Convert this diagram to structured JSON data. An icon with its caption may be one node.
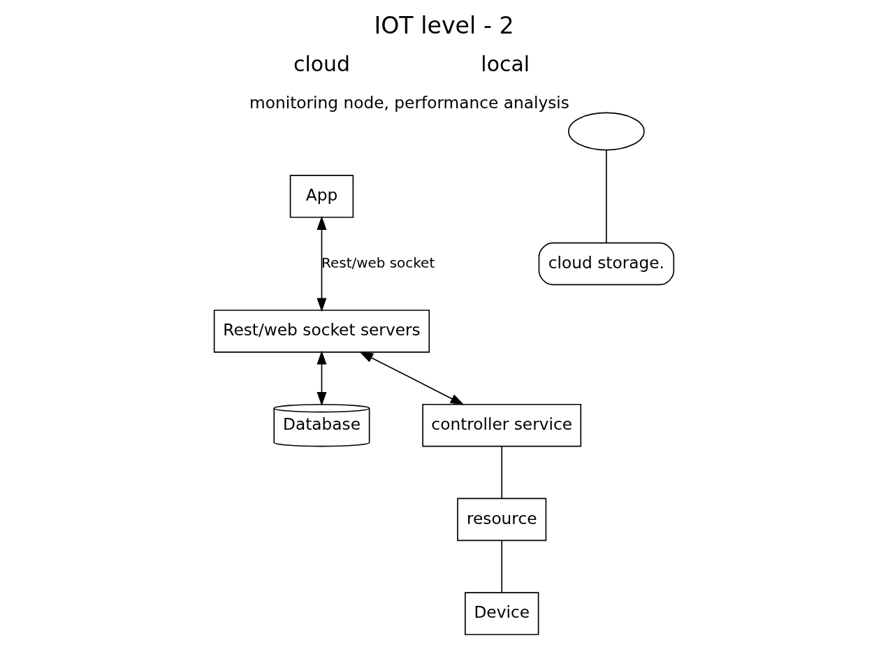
{
  "diagram": {
    "title": "IOT level - 2",
    "nodes": [
      {
        "text": [
          "controller service"
        ]
      },
      {
        "text": [
          "resource"
        ]
      },
      {
        "text": [
          "Device"
        ]
      },
      {
        "text": [],
        "shape": "ellipse",
        "beside": [
          "monitoring node, performance analysis"
        ]
      },
      {
        "text": [
          "App"
        ]
      },
      {
        "text": [
          "Rest/web socket servers"
        ]
      },
      {
        "text": [
          "Database"
        ]
      },
      {
        "text": [
          "cloud storage."
        ]
      }
    ],
    "edges": [
      {
        "from": 0,
        "to": 1,
        "arrow": "none"
      },
      {
        "from": 1,
        "to": 2,
        "arrow": "none"
      },
      {
        "from": 5,
        "to": 0,
        "arrow": "both"
      },
      {
        "from": 4,
        "to": 5,
        "arrow": "both",
        "label": "Rest/web socket"
      },
      {
        "from": 5,
        "to": 6,
        "arrow": "both"
      },
      {
        "from": 3,
        "to": 7,
        "arrow": "none"
      }
    ],
    "labels": [
      "local",
      "cloud"
    ]
  }
}
